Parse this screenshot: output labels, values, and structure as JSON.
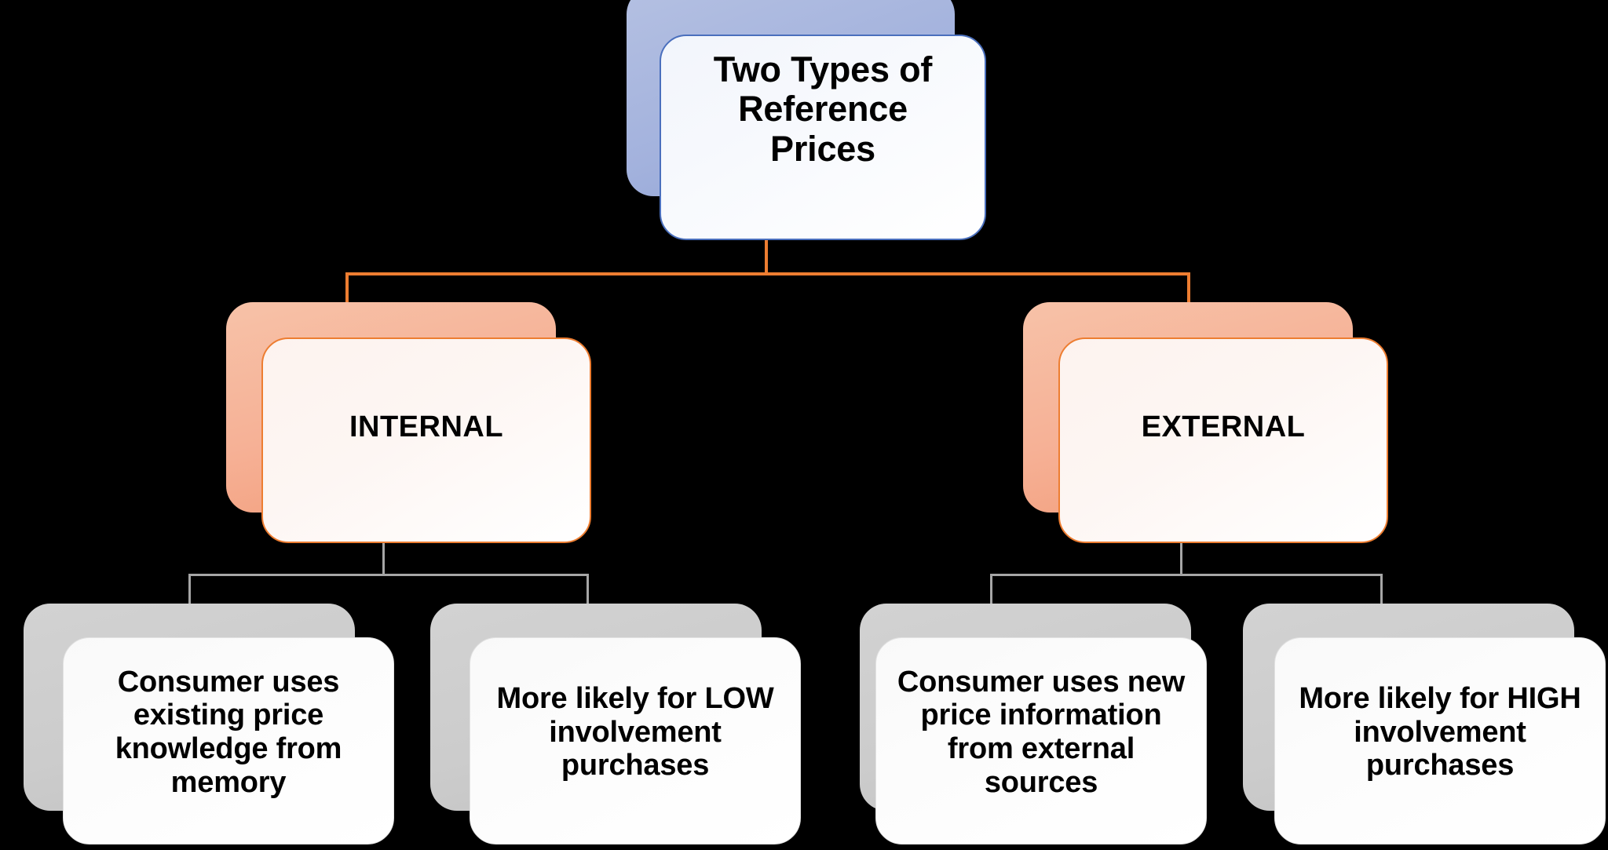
{
  "diagram": {
    "type": "hierarchy-tree",
    "title": "Two Types of Reference Prices",
    "colors": {
      "background": "#000000",
      "root_shadow": "#a3b2dd",
      "root_border": "#4a6fbd",
      "level2_shadow": "#f6b196",
      "level2_border": "#ed7d31",
      "level2_connector": "#ed7d31",
      "level3_shadow": "#cccccc",
      "level3_connector": "#a6a6a6",
      "text": "#000000"
    },
    "root": {
      "label": "Two Types of\nReference\nPrices",
      "line1": "Two Types of",
      "line2": "Reference",
      "line3": "Prices"
    },
    "branches": [
      {
        "label": "INTERNAL",
        "children": [
          {
            "label": "Consumer uses existing price knowledge from memory"
          },
          {
            "label": "More likely for LOW involvement purchases"
          }
        ]
      },
      {
        "label": "EXTERNAL",
        "children": [
          {
            "label": "Consumer uses new price information from external sources"
          },
          {
            "label": "More likely for HIGH involvement purchases"
          }
        ]
      }
    ]
  }
}
